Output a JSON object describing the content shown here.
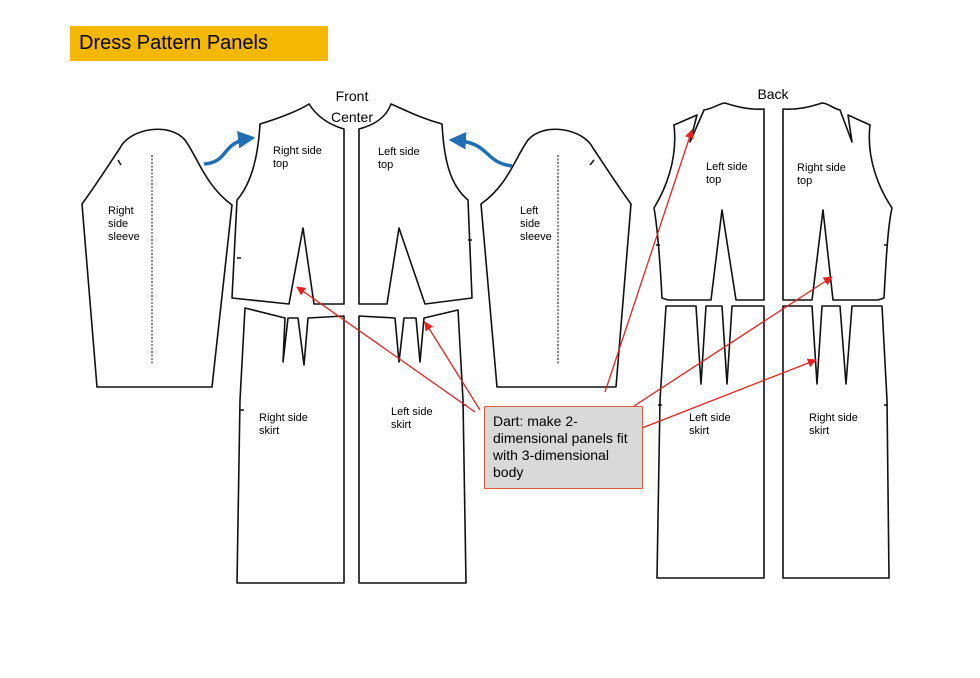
{
  "title": "Dress Pattern Panels",
  "front_header": "Front\nCenter",
  "back_header": "Back",
  "labels": {
    "right_side_sleeve": "Right\nside\nsleeve",
    "right_side_top_front": "Right side\ntop",
    "left_side_top_front": "Left side\ntop",
    "left_side_sleeve": "Left\nside\nsleeve",
    "right_side_skirt_front": "Right side\nskirt",
    "left_side_skirt_front": "Left side\nskirt",
    "left_side_top_back": "Left side\ntop",
    "right_side_top_back": "Right side\ntop",
    "left_side_skirt_back": "Left side\nskirt",
    "right_side_skirt_back": "Right side\nskirt"
  },
  "callout": "Dart: make 2-dimensional panels fit with 3-dimensional body",
  "colors": {
    "title_background": "#f5b800",
    "arrow_red": "#e8201c",
    "arrow_blue": "#1f6fb4",
    "callout_background": "#d9d9d9"
  }
}
